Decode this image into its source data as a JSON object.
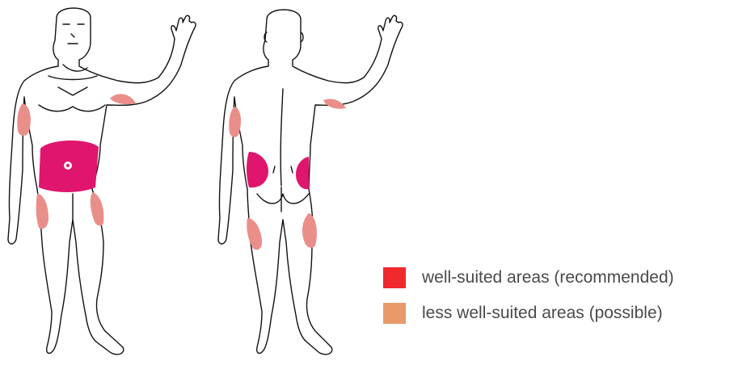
{
  "legend": [
    {
      "label": "well-suited areas (recommended)",
      "color": "#ee2a2e"
    },
    {
      "label": "less well-suited areas (possible)",
      "color": "#e79b6b"
    }
  ],
  "colors": {
    "recommended_zone": "#e0166e",
    "possible_zone": "#ea8e8a",
    "outline": "#111111"
  },
  "figures": [
    "front-view",
    "back-view"
  ]
}
